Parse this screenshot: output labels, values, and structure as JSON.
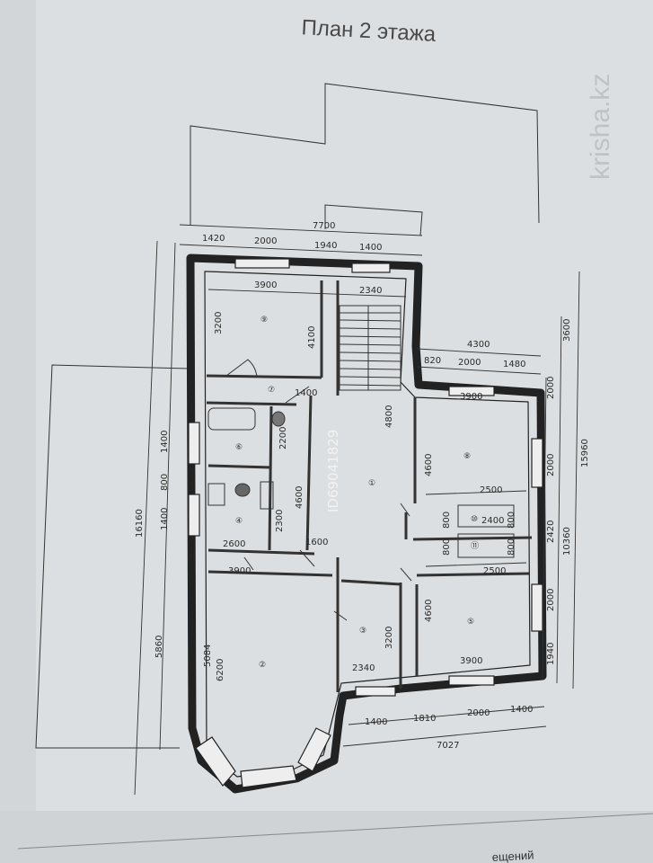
{
  "title": "План 2 этажа",
  "watermark": "krisha.kz",
  "id_watermark": "ID69041829",
  "footer_text": "ещений",
  "dimensions": {
    "top_total": "7700",
    "top": [
      "1420",
      "2000",
      "1940",
      "1400"
    ],
    "top_inner": [
      "3900",
      "2340"
    ],
    "right_upper_total": "4300",
    "right_upper": [
      "820",
      "2000",
      "1480"
    ],
    "right_side": [
      "2000",
      "2000",
      "2420",
      "2000",
      "1940"
    ],
    "right_totals": [
      "3600",
      "15960",
      "10360"
    ],
    "left_total": "16160",
    "left": [
      "1400",
      "800",
      "1400",
      "5860"
    ],
    "bottom_total": "7027",
    "bottom": [
      "1400",
      "1810",
      "2000",
      "1400"
    ],
    "interior": {
      "room1_h": "3200",
      "stair_h": "4100",
      "corr_w": "1400",
      "bath_h": "2200",
      "hall_h": "4800",
      "hall_h2": "4600",
      "wc_h": "2300",
      "room4_w": "2600",
      "pass_w": "1600",
      "room2_w": "3900",
      "room2_h1": "5084",
      "room2_h2": "6200",
      "room3_h": "3200",
      "room3_w": "2340",
      "room8_w": "3900",
      "room8_h": "4600",
      "closet_w": "2500",
      "closet_w2": "2400",
      "closet_h": "800",
      "room10_h": "4600",
      "room10_w": "3900",
      "closet_w3": "2500"
    }
  },
  "room_numbers": [
    "①",
    "②",
    "③",
    "④",
    "⑤",
    "⑥",
    "⑦",
    "⑧",
    "⑨",
    "⑩",
    "⑪"
  ]
}
